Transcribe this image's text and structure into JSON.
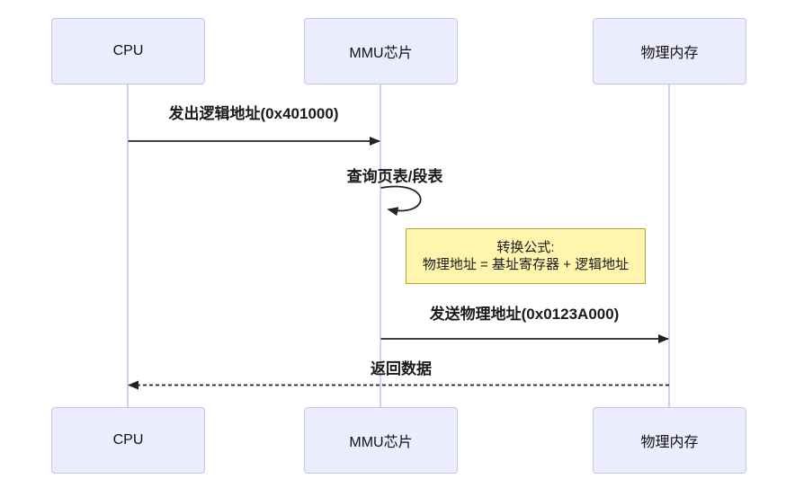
{
  "diagram_type": "sequence",
  "actors": [
    {
      "label": "CPU"
    },
    {
      "label": "MMU芯片"
    },
    {
      "label": "物理内存"
    }
  ],
  "messages": [
    {
      "label": "发出逻辑地址(0x401000)",
      "type": "solid",
      "from": "CPU",
      "to": "MMU芯片"
    },
    {
      "label": "查询页表/段表",
      "type": "self",
      "from": "MMU芯片",
      "to": "MMU芯片"
    },
    {
      "label": "发送物理地址(0x0123A000)",
      "type": "solid",
      "from": "MMU芯片",
      "to": "物理内存"
    },
    {
      "label": "返回数据",
      "type": "dashed",
      "from": "物理内存",
      "to": "CPU"
    }
  ],
  "note": {
    "line1": "转换公式:",
    "line2": "物理地址 = 基址寄存器 + 逻辑地址"
  },
  "colors": {
    "actor_fill": "#ECECFF",
    "actor_border": "#CBC4EA",
    "lifeline": "#D5CEF1",
    "note_fill": "#FFF5AD",
    "note_border": "#AAAA33",
    "arrow": "#222222",
    "background": "#FFFFFF"
  }
}
